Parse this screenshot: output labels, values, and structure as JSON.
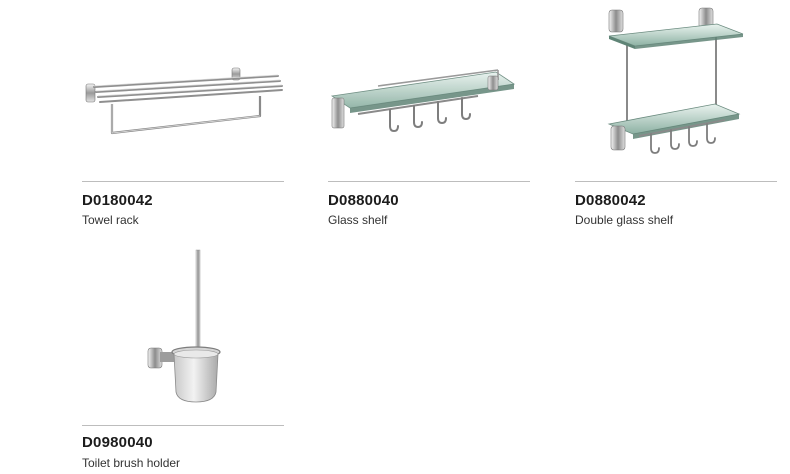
{
  "products": [
    {
      "code": "D0180042",
      "name": "Towel rack",
      "icon": "towel-rack-image"
    },
    {
      "code": "D0880040",
      "name": "Glass shelf",
      "icon": "glass-shelf-image"
    },
    {
      "code": "D0880042",
      "name": "Double glass shelf",
      "icon": "double-glass-shelf-image"
    },
    {
      "code": "D0980040",
      "name": "Toilet brush holder",
      "icon": "toilet-brush-holder-image"
    }
  ]
}
